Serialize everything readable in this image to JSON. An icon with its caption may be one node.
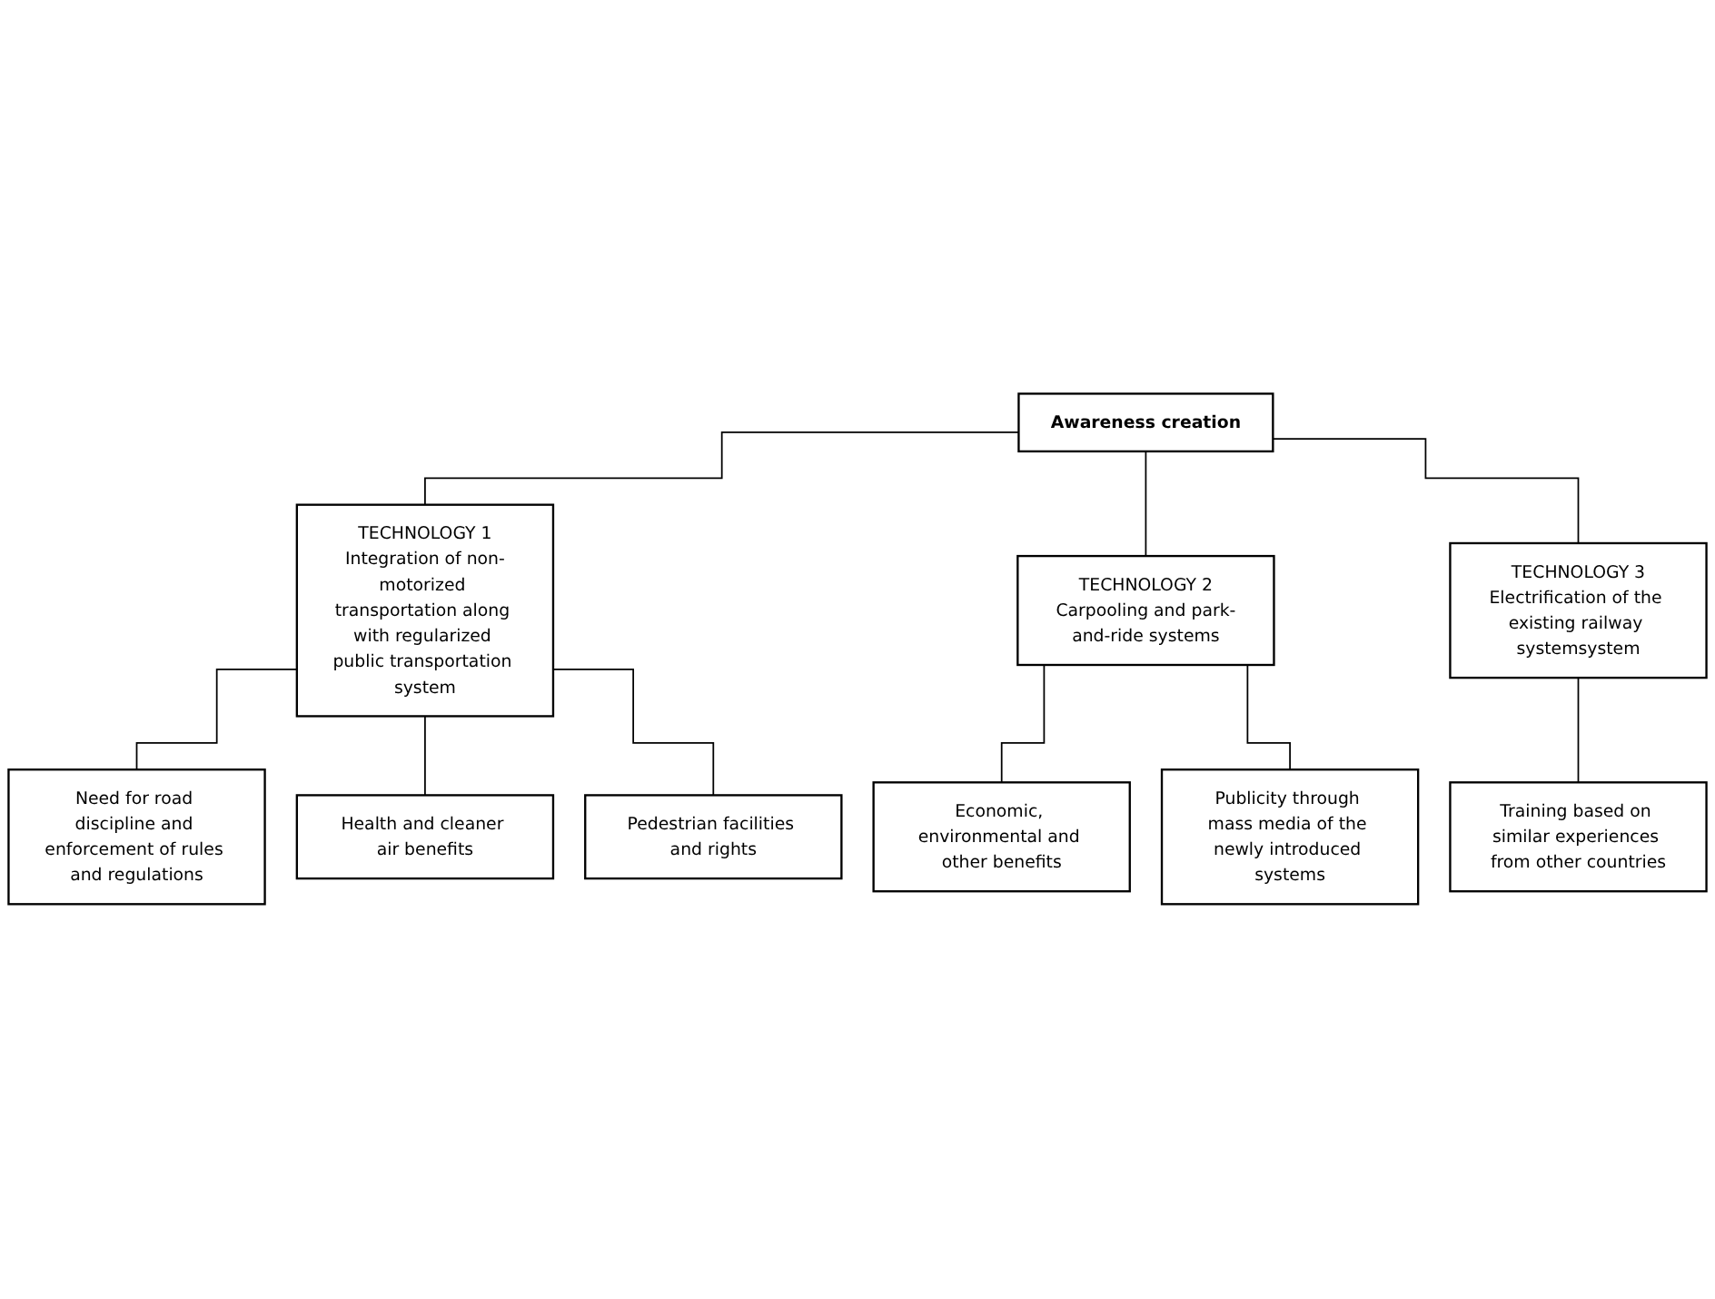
{
  "diagram": {
    "nodes": [
      {
        "text": [
          "Awareness creation"
        ]
      },
      {
        "text": [
          "TECHNOLOGY 1",
          "Integration of non-motorized transportation along with regularized public transportation system"
        ]
      },
      {
        "text": [
          "TECHNOLOGY 2",
          "Carpooling and park-and-ride systems"
        ]
      },
      {
        "text": [
          "TECHNOLOGY 3",
          "Electrification of the existing railway systemsystem"
        ]
      },
      {
        "text": [
          "Need for road discipline and enforcement of rules and regulations"
        ]
      },
      {
        "text": [
          "Health and cleaner air benefits"
        ]
      },
      {
        "text": [
          "Pedestrian facilities and rights"
        ]
      },
      {
        "text": [
          "Economic, environmental and other benefits"
        ]
      },
      {
        "text": [
          "Publicity through mass media of the newly introduced systems"
        ]
      },
      {
        "text": [
          "Training based on similar experiences from other countries"
        ]
      }
    ],
    "edges": [
      {
        "from": 0,
        "to": 1,
        "arrow": "none"
      },
      {
        "from": 0,
        "to": 2,
        "arrow": "none"
      },
      {
        "from": 0,
        "to": 3,
        "arrow": "none"
      },
      {
        "from": 1,
        "to": 4,
        "arrow": "none"
      },
      {
        "from": 1,
        "to": 5,
        "arrow": "none"
      },
      {
        "from": 1,
        "to": 6,
        "arrow": "none"
      },
      {
        "from": 2,
        "to": 7,
        "arrow": "none"
      },
      {
        "from": 2,
        "to": 8,
        "arrow": "none"
      },
      {
        "from": 3,
        "to": 9,
        "arrow": "none"
      }
    ]
  }
}
